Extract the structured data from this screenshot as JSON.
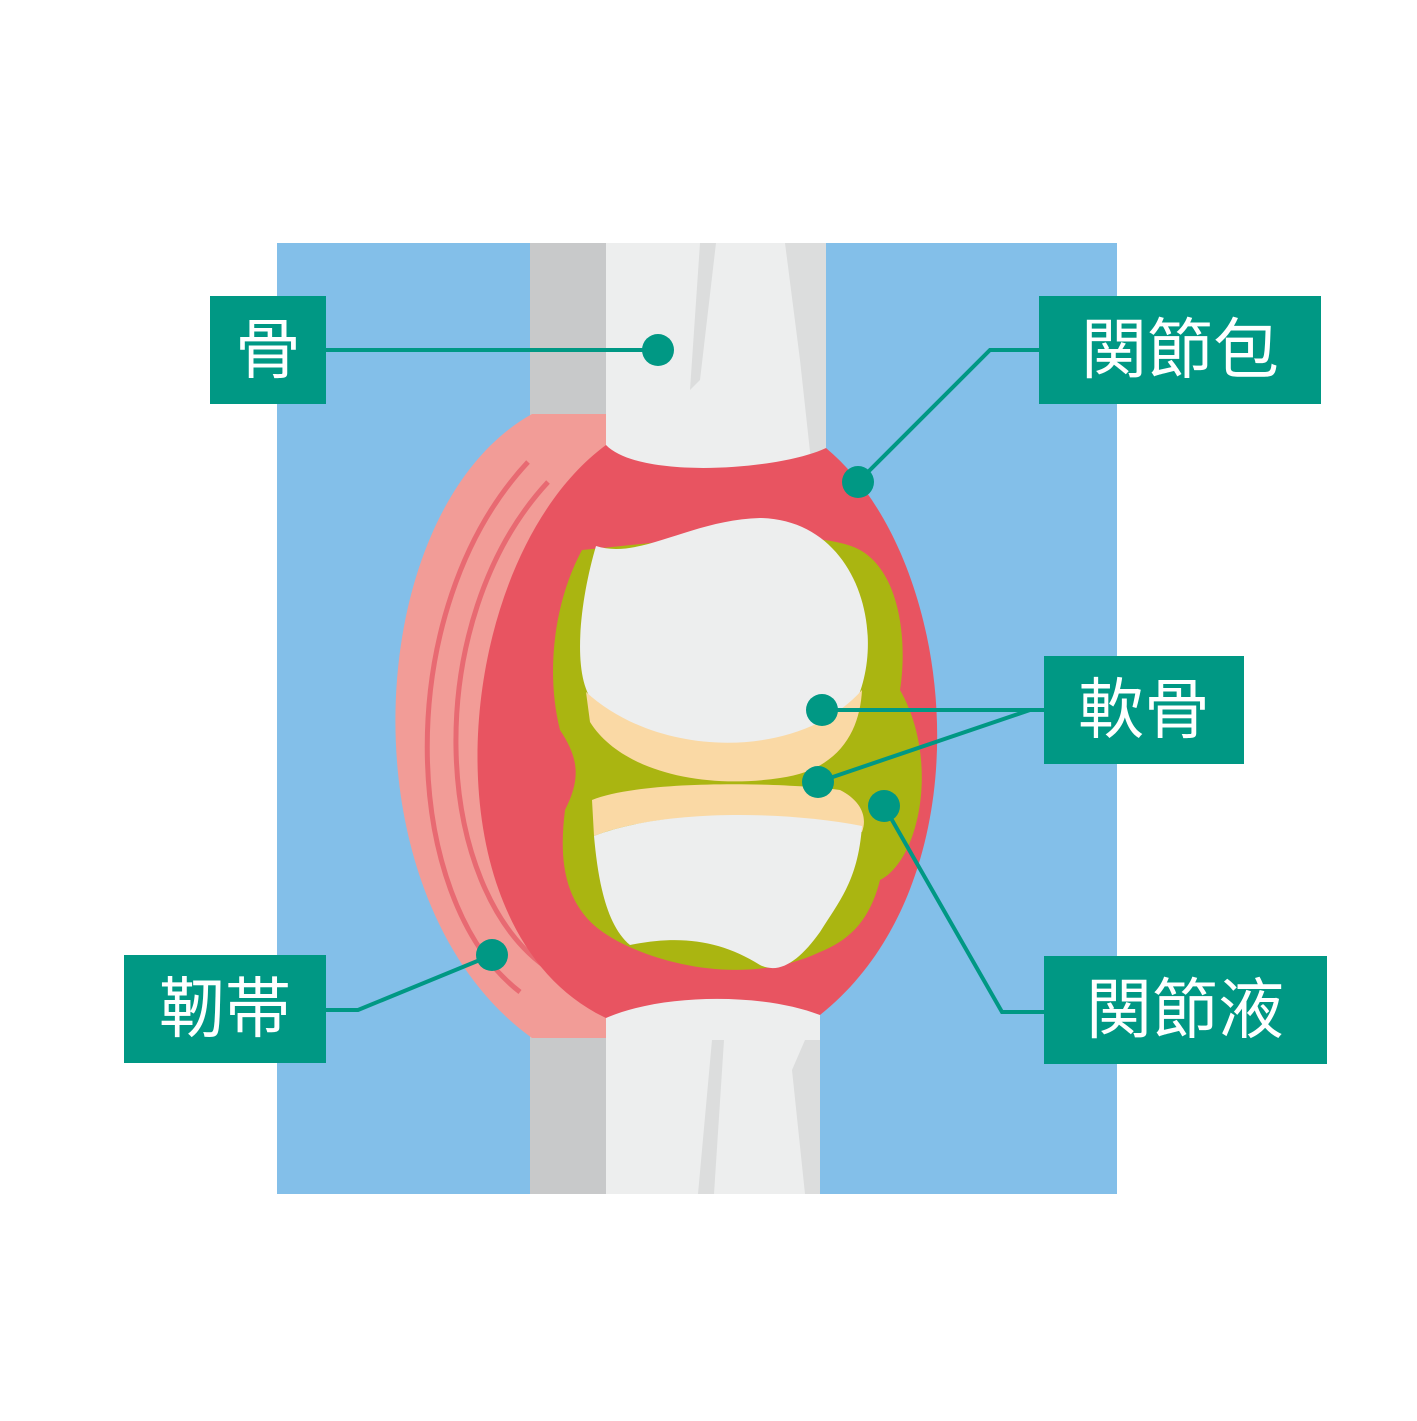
{
  "labels": {
    "bone": "骨",
    "joint_capsule": "関節包",
    "cartilage": "軟骨",
    "ligament": "靭帯",
    "synovial_fluid": "関節液"
  },
  "colors": {
    "background": "#ffffff",
    "tissue": "#83bfe9",
    "bone_shadow": "#c8c9ca",
    "bone": "#edeeee",
    "bone_streak": "#dcdddd",
    "capsule": "#e85461",
    "ligament": "#f29c97",
    "ligament_line": "#e86a72",
    "synovial_fluid": "#aab511",
    "cartilage": "#fad9a5",
    "label_fill": "#009884",
    "leader": "#009884"
  }
}
